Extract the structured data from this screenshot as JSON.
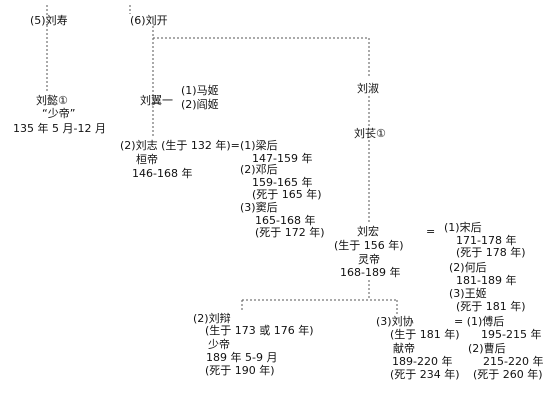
{
  "colors": {
    "line": "#555555",
    "text": "#111111",
    "background": "#ffffff"
  },
  "nodes": {
    "liu_shou": "(5)刘寿",
    "liu_kai": "(6)刘开",
    "liu_long": "刘懿①",
    "liu_long_title": "“少帝”",
    "liu_long_dates": "135 年 5 月-12 月",
    "liu_yi": "刘翼一",
    "liu_yi_wife1": "(1)马姬",
    "liu_yi_wife2": "(2)阎姬",
    "liu_shu": "刘淑",
    "liu_chang": "刘苌①",
    "liu_zhi": "(2)刘志 (生于 132 年)=",
    "huandi": "桓帝",
    "huandi_years": "146-168 年",
    "liang_hou": "(1)梁后",
    "liang_hou_years": "147-159 年",
    "deng_hou": "(2)邓后",
    "deng_hou_years": "159-165 年",
    "deng_hou_death": "(死于 165 年)",
    "dou_hou": "(3)窦后",
    "dou_hou_years": "165-168 年",
    "dou_hou_death": "(死于 172 年)",
    "liu_hong": "刘宏",
    "liu_hong_birth": "(生于 156 年)",
    "lingdi": "灵帝",
    "lingdi_years": "168-189 年",
    "equals": "=",
    "song_hou": "(1)宋后",
    "song_hou_years": "171-178 年",
    "song_hou_death": "(死于 178 年)",
    "he_hou": "(2)何后",
    "he_hou_years": "181-189 年",
    "wang_ji": "(3)王姬",
    "wang_ji_death": "(死于 181 年)",
    "liu_bian": "(2)刘辩",
    "liu_bian_birth": "(生于 173 或 176 年)",
    "shaodi": "少帝",
    "shaodi_dates": "189 年 5-9 月",
    "liu_bian_death": "(死于 190 年)",
    "liu_xie": "(3)刘协",
    "liu_xie_birth": "(生于 181 年)",
    "xiandi": "献帝",
    "xiandi_years": "189-220 年",
    "liu_xie_death": "(死于 234 年)",
    "fu_hou_eq": "= (1)傅后",
    "fu_hou_years": "195-215 年",
    "cao_hou": "(2)曹后",
    "cao_hou_years": "215-220 年",
    "cao_hou_death": "(死于 260 年)"
  }
}
